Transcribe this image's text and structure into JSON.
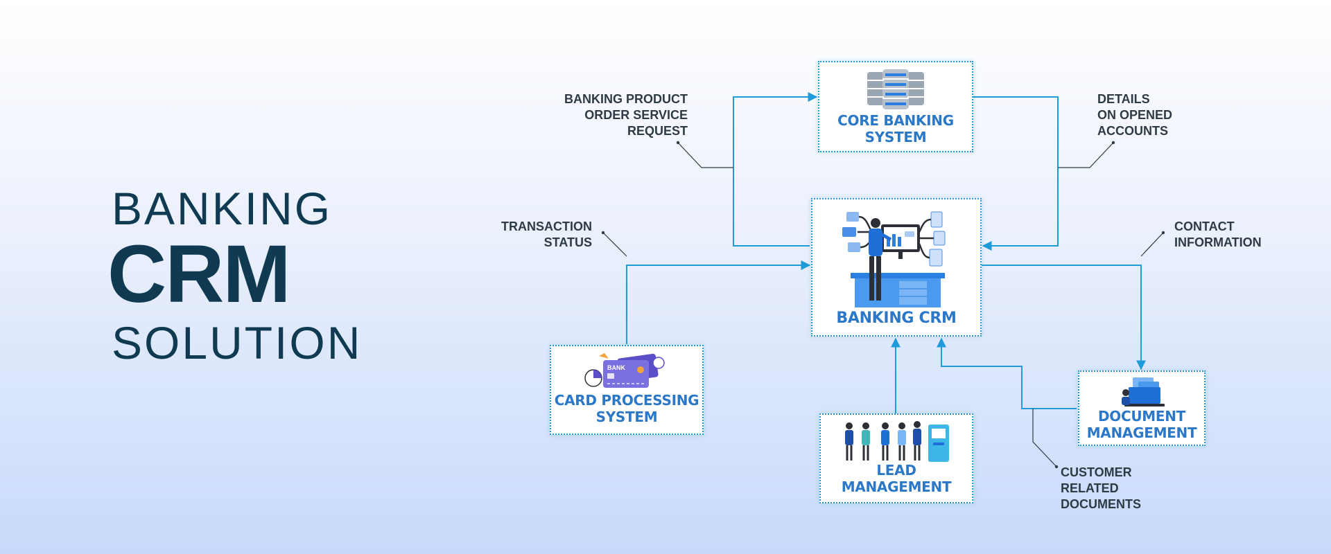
{
  "hero": {
    "line1": "BANKING",
    "line2": "CRM",
    "line3": "SOLUTION"
  },
  "nodes": {
    "core": {
      "line1": "CORE BANKING",
      "line2": "SYSTEM"
    },
    "crm": {
      "line1": "BANKING CRM"
    },
    "card": {
      "line1": "CARD PROCESSING",
      "line2": "SYSTEM",
      "bank_text": "BANK"
    },
    "lead": {
      "line1": "LEAD",
      "line2": "MANAGEMENT"
    },
    "doc": {
      "line1": "DOCUMENT",
      "line2": "MANAGEMENT"
    }
  },
  "annotations": {
    "product_order": [
      "BANKING PRODUCT",
      "ORDER SERVICE",
      "REQUEST"
    ],
    "opened_accounts": [
      "DETAILS",
      "ON OPENED",
      "ACCOUNTS"
    ],
    "transaction_status": [
      "TRANSACTION",
      "STATUS"
    ],
    "contact_information": [
      "CONTACT",
      "INFORMATION"
    ],
    "customer_documents": [
      "CUSTOMER",
      "RELATED",
      "DOCUMENTS"
    ]
  },
  "colors": {
    "title": "#0f3a52",
    "node_label": "#2b78c8",
    "connector": "#1e9bd8",
    "annotation": "#2e3a44"
  },
  "icons": {
    "core": "server-stack-icon",
    "crm": "analyst-dashboard-icon",
    "card": "credit-card-icon",
    "lead": "team-people-icon",
    "doc": "document-computer-icon"
  }
}
